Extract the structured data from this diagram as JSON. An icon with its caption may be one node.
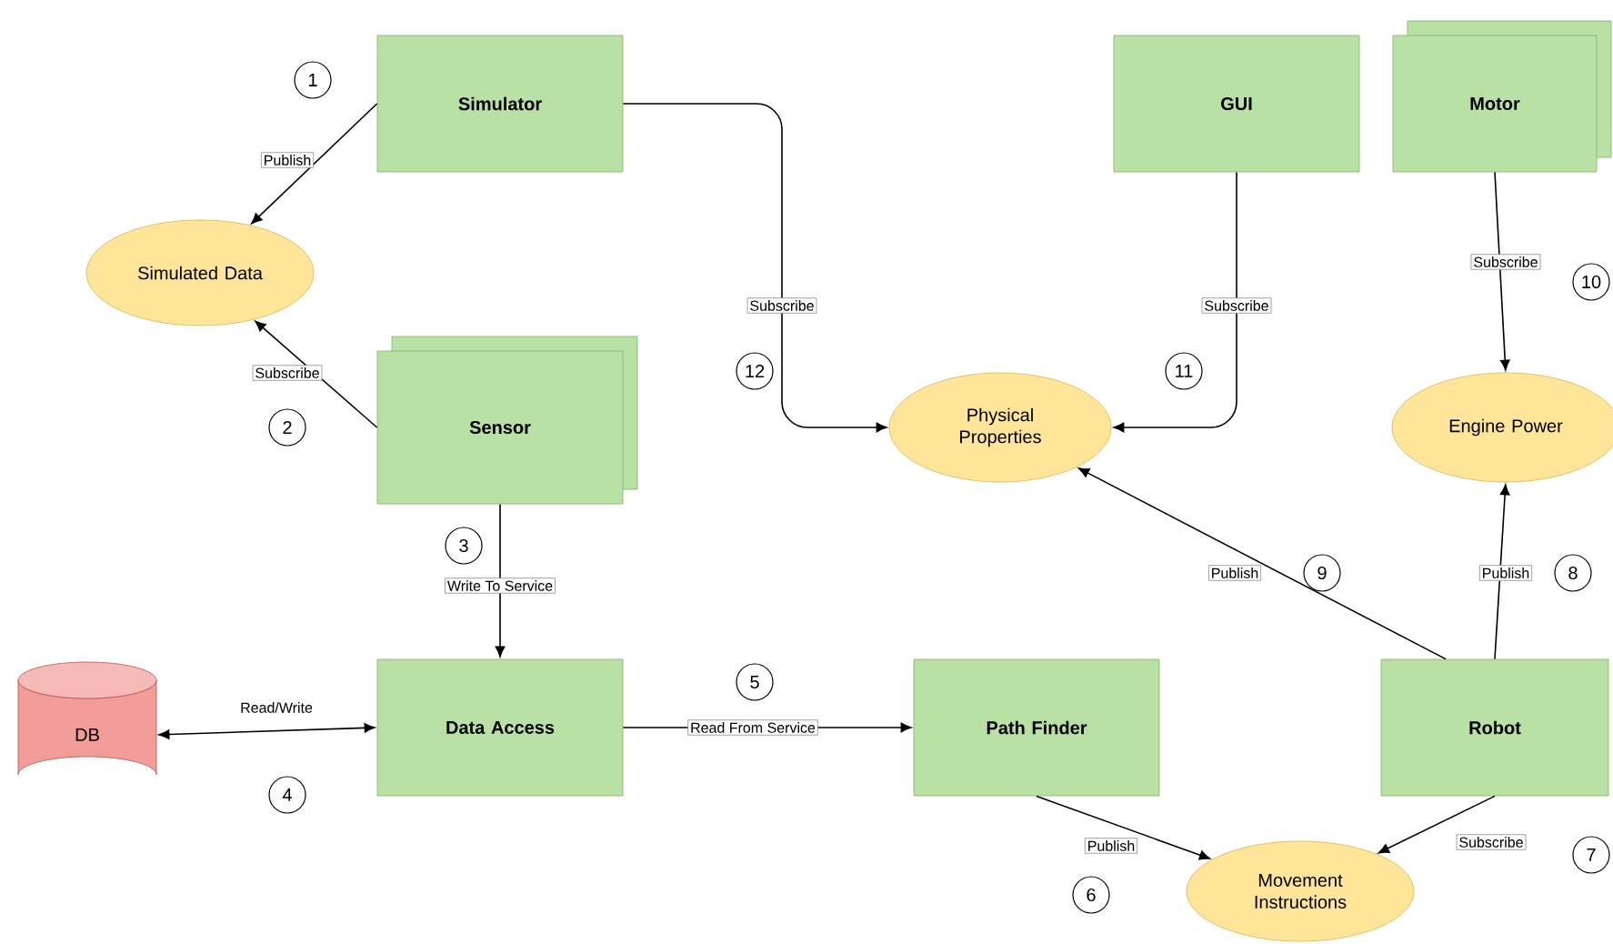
{
  "diagram": {
    "nodes": [
      {
        "text": [
          "Simulator"
        ]
      },
      {
        "text": [
          "GUI"
        ]
      },
      {
        "text": [
          "Motor"
        ]
      },
      {
        "text": [
          "Simulated Data"
        ]
      },
      {
        "text": [
          "Sensor"
        ]
      },
      {
        "text": [
          "Physical Properties"
        ]
      },
      {
        "text": [
          "Engine Power"
        ]
      },
      {
        "text": [
          "DB"
        ]
      },
      {
        "text": [
          "Data Access"
        ]
      },
      {
        "text": [
          "Path Finder"
        ]
      },
      {
        "text": [
          "Robot"
        ]
      },
      {
        "text": [
          "Movement Instructions"
        ]
      }
    ],
    "edges": [
      {
        "from": 0,
        "to": 3,
        "arrow": "to",
        "label": "Publish"
      },
      {
        "from": 4,
        "to": 3,
        "arrow": "to",
        "label": "Subscribe"
      },
      {
        "from": 4,
        "to": 8,
        "arrow": "to",
        "label": "Write To Service"
      },
      {
        "from": 7,
        "to": 8,
        "arrow": "both",
        "label": "Read/Write"
      },
      {
        "from": 8,
        "to": 9,
        "arrow": "to",
        "label": "Read From Service"
      },
      {
        "from": 0,
        "to": 5,
        "arrow": "to",
        "label": "Subscribe"
      },
      {
        "from": 1,
        "to": 5,
        "arrow": "to",
        "label": "Subscribe"
      },
      {
        "from": 2,
        "to": 6,
        "arrow": "to",
        "label": "Subscribe"
      },
      {
        "from": 10,
        "to": 5,
        "arrow": "to",
        "label": "Publish"
      },
      {
        "from": 10,
        "to": 6,
        "arrow": "to",
        "label": "Publish"
      },
      {
        "from": 9,
        "to": 11,
        "arrow": "to",
        "label": "Publish"
      },
      {
        "from": 10,
        "to": 11,
        "arrow": "to",
        "label": "Subscribe"
      }
    ],
    "labels": [
      "1",
      "10",
      "12",
      "11",
      "2",
      "3",
      "9",
      "8",
      "5",
      "4",
      "7",
      "6"
    ]
  }
}
